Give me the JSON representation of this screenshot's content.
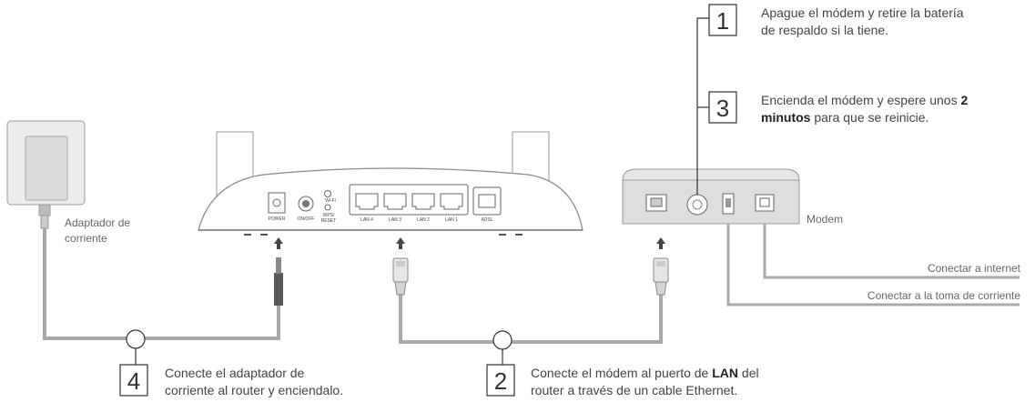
{
  "steps": {
    "s1": {
      "number": "1",
      "line1": "Apague el módem y retire la batería",
      "line2": "de respaldo si la tiene."
    },
    "s3": {
      "number": "3",
      "line1_pre": "Encienda el módem y espere unos ",
      "line1_bold": "2",
      "line2_bold": "minutos",
      "line2_post": " para que se reinicie."
    },
    "s4": {
      "number": "4",
      "line1": "Conecte el adaptador de",
      "line2": "corriente al router y enciendalo."
    },
    "s2": {
      "number": "2",
      "line1_pre": "Conecte el módem al puerto de ",
      "line1_bold": "LAN",
      "line1_post": " del",
      "line2": "router a través de un cable Ethernet."
    }
  },
  "labels": {
    "adapter_line1": "Adaptador de",
    "adapter_line2": "corriente",
    "modem": "Modem",
    "internet": "Conectar a internet",
    "outlet": "Conectar a la toma de corriente"
  },
  "router_ports": {
    "power": "POWER",
    "onoff": "ON/OFF",
    "wifi": "Wi-Fi",
    "wps_reset_1": "WPS/",
    "wps_reset_2": "RESET",
    "lan4": "LAN 4",
    "lan3": "LAN 3",
    "lan2": "LAN 2",
    "lan1": "LAN 1",
    "adsl": "ADSL"
  }
}
